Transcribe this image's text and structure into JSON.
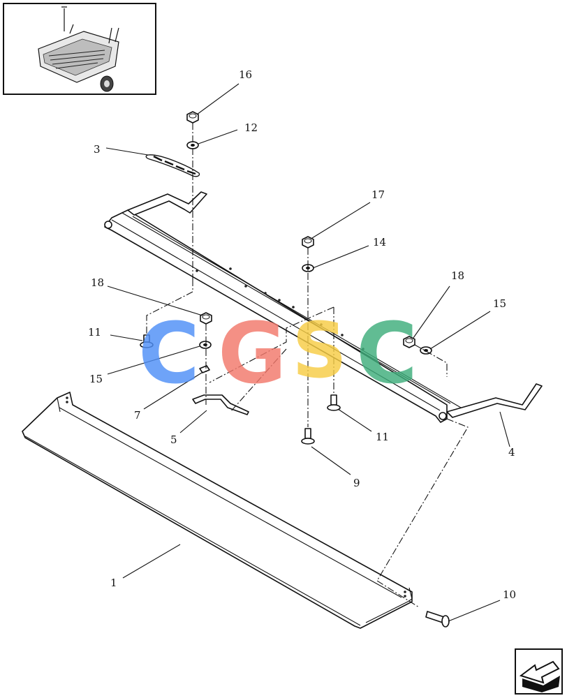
{
  "watermark": {
    "letters": [
      {
        "char": "C",
        "color": "#4f8ff7"
      },
      {
        "char": "G",
        "color": "#f2786b"
      },
      {
        "char": "S",
        "color": "#f7cd45"
      },
      {
        "char": "C",
        "color": "#3fae7c"
      }
    ]
  },
  "callouts": {
    "c1": "1",
    "c3": "3",
    "c4": "4",
    "c5": "5",
    "c7": "7",
    "c9": "9",
    "c10": "10",
    "c11a": "11",
    "c11b": "11",
    "c12": "12",
    "c14": "14",
    "c15a": "15",
    "c15b": "15",
    "c16": "16",
    "c17": "17",
    "c18a": "18",
    "c18b": "18"
  },
  "icons": {
    "thumbnail": "machine-overview-thumbnail",
    "next": "next-page-arrow-icon"
  }
}
